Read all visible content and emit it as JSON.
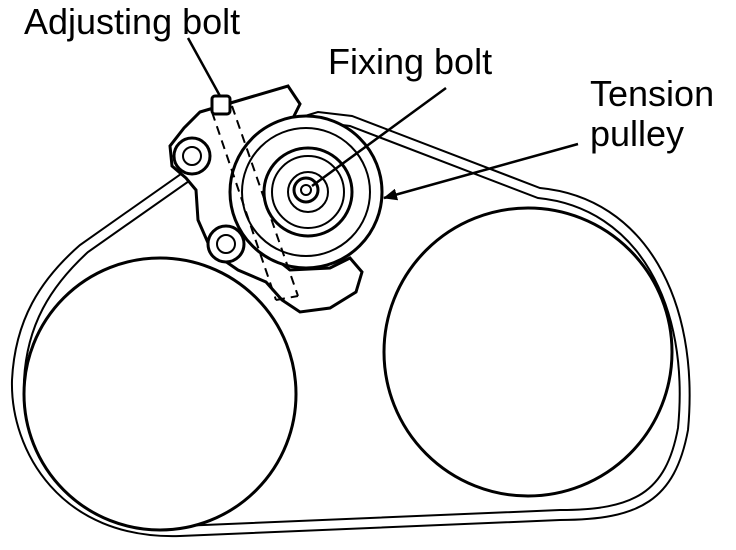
{
  "labels": {
    "adjusting_bolt": "Adjusting bolt",
    "fixing_bolt": "Fixing bolt",
    "tension_line1": "Tension",
    "tension_line2": "pulley"
  },
  "colors": {
    "ink": "#000000",
    "paper": "#ffffff"
  }
}
